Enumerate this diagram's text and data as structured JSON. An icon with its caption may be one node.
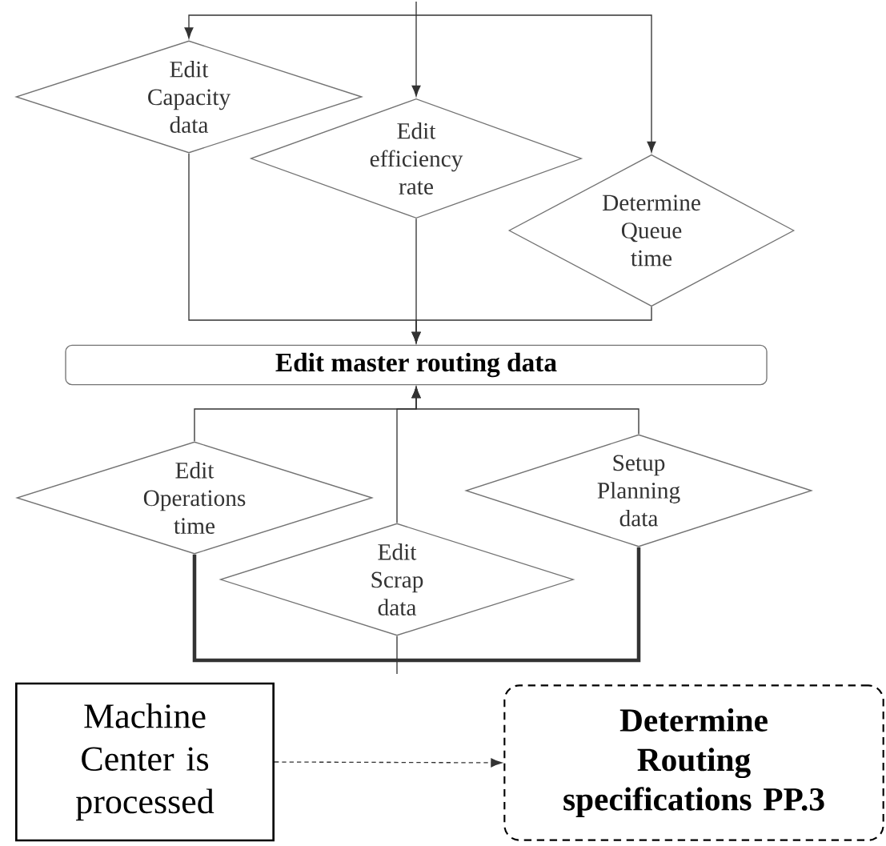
{
  "diagram": {
    "nodes": [
      {
        "text": [
          "Edit Capacity data"
        ]
      },
      {
        "text": [
          "Edit efficiency rate"
        ]
      },
      {
        "text": [
          "Determine Queue time"
        ]
      },
      {
        "text": [
          "Edit master routing data"
        ]
      },
      {
        "text": [
          "Edit Operations time"
        ]
      },
      {
        "text": [
          "Edit Scrap data"
        ]
      },
      {
        "text": [
          "Setup Planning data"
        ]
      },
      {
        "text": [
          "Machine Center is processed"
        ]
      },
      {
        "text": [
          "Determine Routing specifications PP.3"
        ]
      }
    ],
    "edges": [
      {
        "from": null,
        "to": 0,
        "arrow": "to"
      },
      {
        "from": null,
        "to": 1,
        "arrow": "to"
      },
      {
        "from": null,
        "to": 2,
        "arrow": "to"
      },
      {
        "from": 0,
        "to": 3,
        "arrow": "to"
      },
      {
        "from": 1,
        "to": 3,
        "arrow": "to"
      },
      {
        "from": 2,
        "to": 3,
        "arrow": "to"
      },
      {
        "from": 4,
        "to": 3,
        "arrow": "to"
      },
      {
        "from": 5,
        "to": 3,
        "arrow": "to"
      },
      {
        "from": 6,
        "to": 3,
        "arrow": "to"
      },
      {
        "from": 4,
        "to": null,
        "arrow": "none",
        "style": "thick"
      },
      {
        "from": 5,
        "to": null,
        "arrow": "none"
      },
      {
        "from": 6,
        "to": null,
        "arrow": "none",
        "style": "thick"
      },
      {
        "from": 7,
        "to": 8,
        "arrow": "to",
        "style": "dashed"
      }
    ]
  }
}
